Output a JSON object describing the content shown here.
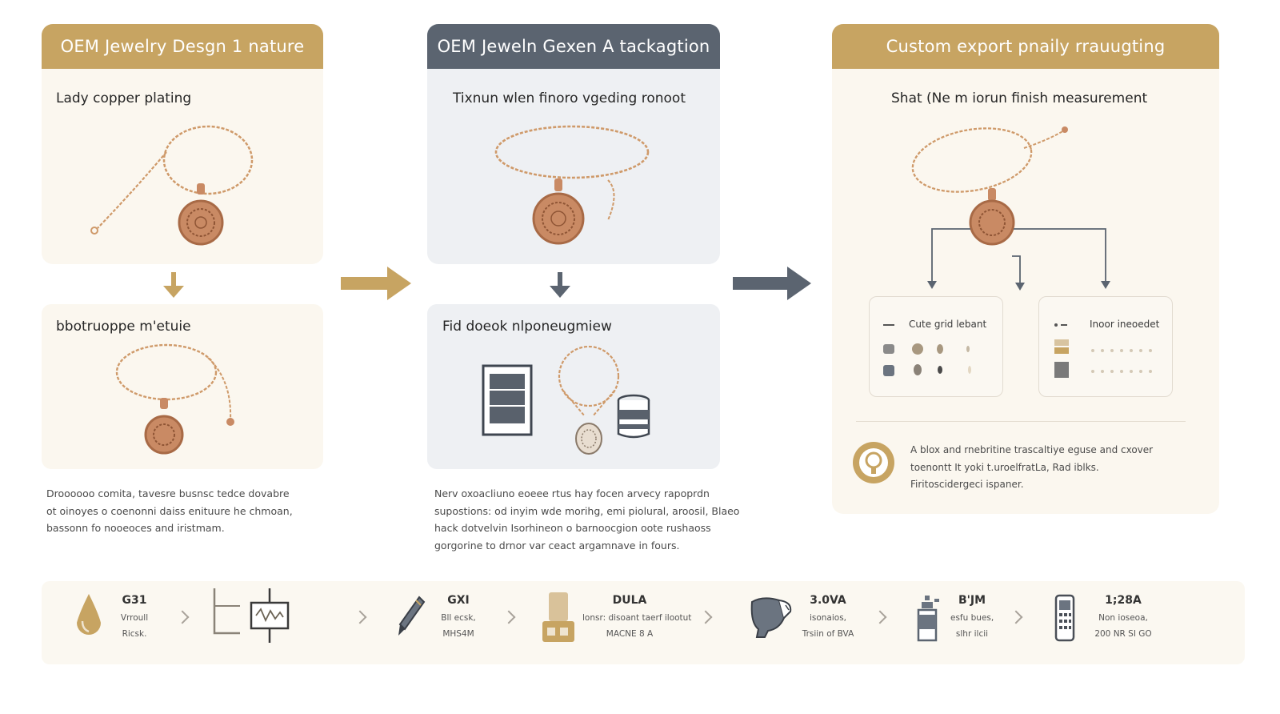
{
  "colors": {
    "gold": "#c7a462",
    "slate": "#5b6470",
    "copper": "#c98a64",
    "chain": "#cf9a6a",
    "warm_panel": "#fbf7ef",
    "cool_panel": "#eef0f3"
  },
  "columns": [
    {
      "header": "OEM Jewelry Desgn 1 nature",
      "top_label": "Lady copper plating",
      "bottom_label": "bbotruoppe m'etuie",
      "description": [
        "Droooooo comita, tavesre busnsc tedce dovabre",
        "ot oinoyes o coenonni daiss enituure he chmoan,",
        "bassonn fo nooeoces and iristmam."
      ]
    },
    {
      "header": "OEM Jeweln Gexen A tackagtion",
      "top_label": "Tixnun wlen finoro vgeding ronoot",
      "bottom_label": "Fid doeok nlponeugmiew",
      "description": [
        "Nerv oxoacliuno eoeee rtus hay focen arvecy rapoprdn",
        "supostions: od inyim wde morihg, emi piolural, aroosil, Blaeo",
        "hack dotvelvin Isorhineon o barnoocgion oote rushaoss",
        "gorgorine to drnor var ceact argamnave in fours."
      ]
    },
    {
      "header": "Custom export pnaily rrauugting",
      "top_label": "Shat (Ne m iorun finish measurement",
      "sub_left": "Cute grid lebant",
      "sub_right": "Inoor ineoedet",
      "description": [
        "A blox and rnebritine trascaltiye eguse and cxover",
        "toenontt It yoki t.uroelfratLa, Rad iblks.",
        "Firitoscidergeci ispaner."
      ]
    }
  ],
  "process_steps": [
    {
      "icon": "oil-drop-icon",
      "code": "G31",
      "lines": [
        "Vrroull",
        "Ricsk."
      ]
    },
    {
      "icon": "schematic-icon",
      "code": "",
      "lines": []
    },
    {
      "icon": "pen-icon",
      "code": "GXI",
      "lines": [
        "Bll ecsk,",
        "MHS4M"
      ]
    },
    {
      "icon": "stamp-icon",
      "code": "DULA",
      "lines": [
        "lonsr: disoant taerf ilootut",
        "MACNE 8 A"
      ]
    },
    {
      "icon": "polishing-icon",
      "code": "3.0VA",
      "lines": [
        "isonaios,",
        "Trsiin of BVA"
      ]
    },
    {
      "icon": "spray-icon",
      "code": "B'JM",
      "lines": [
        "esfu bues,",
        "slhr ilcii"
      ]
    },
    {
      "icon": "phone-icon",
      "code": "1;28A",
      "lines": [
        "Non ioseoa,",
        "200 NR SI GO"
      ]
    }
  ]
}
